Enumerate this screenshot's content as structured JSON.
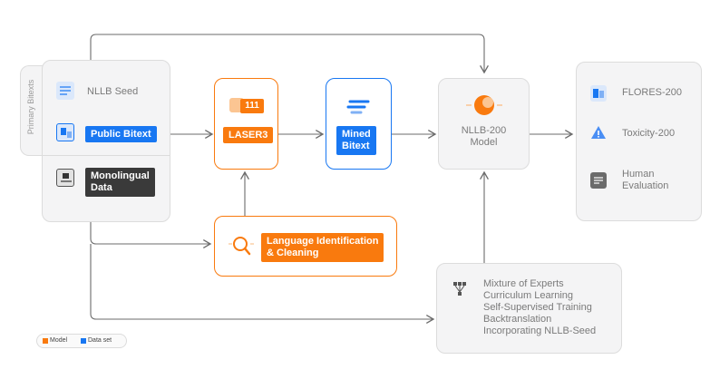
{
  "colors": {
    "model": "#f97a0e",
    "dataset": "#1877f2",
    "arrow": "#6b6b6b",
    "card_bg": "#f4f4f5"
  },
  "primary_bitexts": {
    "side_label": "Primary Bitexts",
    "nllb_seed": "NLLB Seed",
    "public_bitext": "Public Bitext",
    "monolingual_line1": "Monolingual",
    "monolingual_line2": "Data"
  },
  "laser3": {
    "label": "LASER3",
    "badge": "111"
  },
  "mined_bitext": {
    "line1": "Mined",
    "line2": "Bitext"
  },
  "lid": {
    "line1": "Language Identification",
    "line2": "& Cleaning"
  },
  "nllb_model": {
    "line1": "NLLB-200",
    "line2": "Model"
  },
  "eval": {
    "flores": "FLORES-200",
    "toxicity": "Toxicity-200",
    "human_line1": "Human",
    "human_line2": "Evaluation"
  },
  "techniques": [
    "Mixture of Experts",
    "Curriculum Learning",
    "Self-Supervised Training",
    "Backtranslation",
    "Incorporating NLLB-Seed"
  ],
  "legend": {
    "model": "Model",
    "dataset": "Data set"
  }
}
